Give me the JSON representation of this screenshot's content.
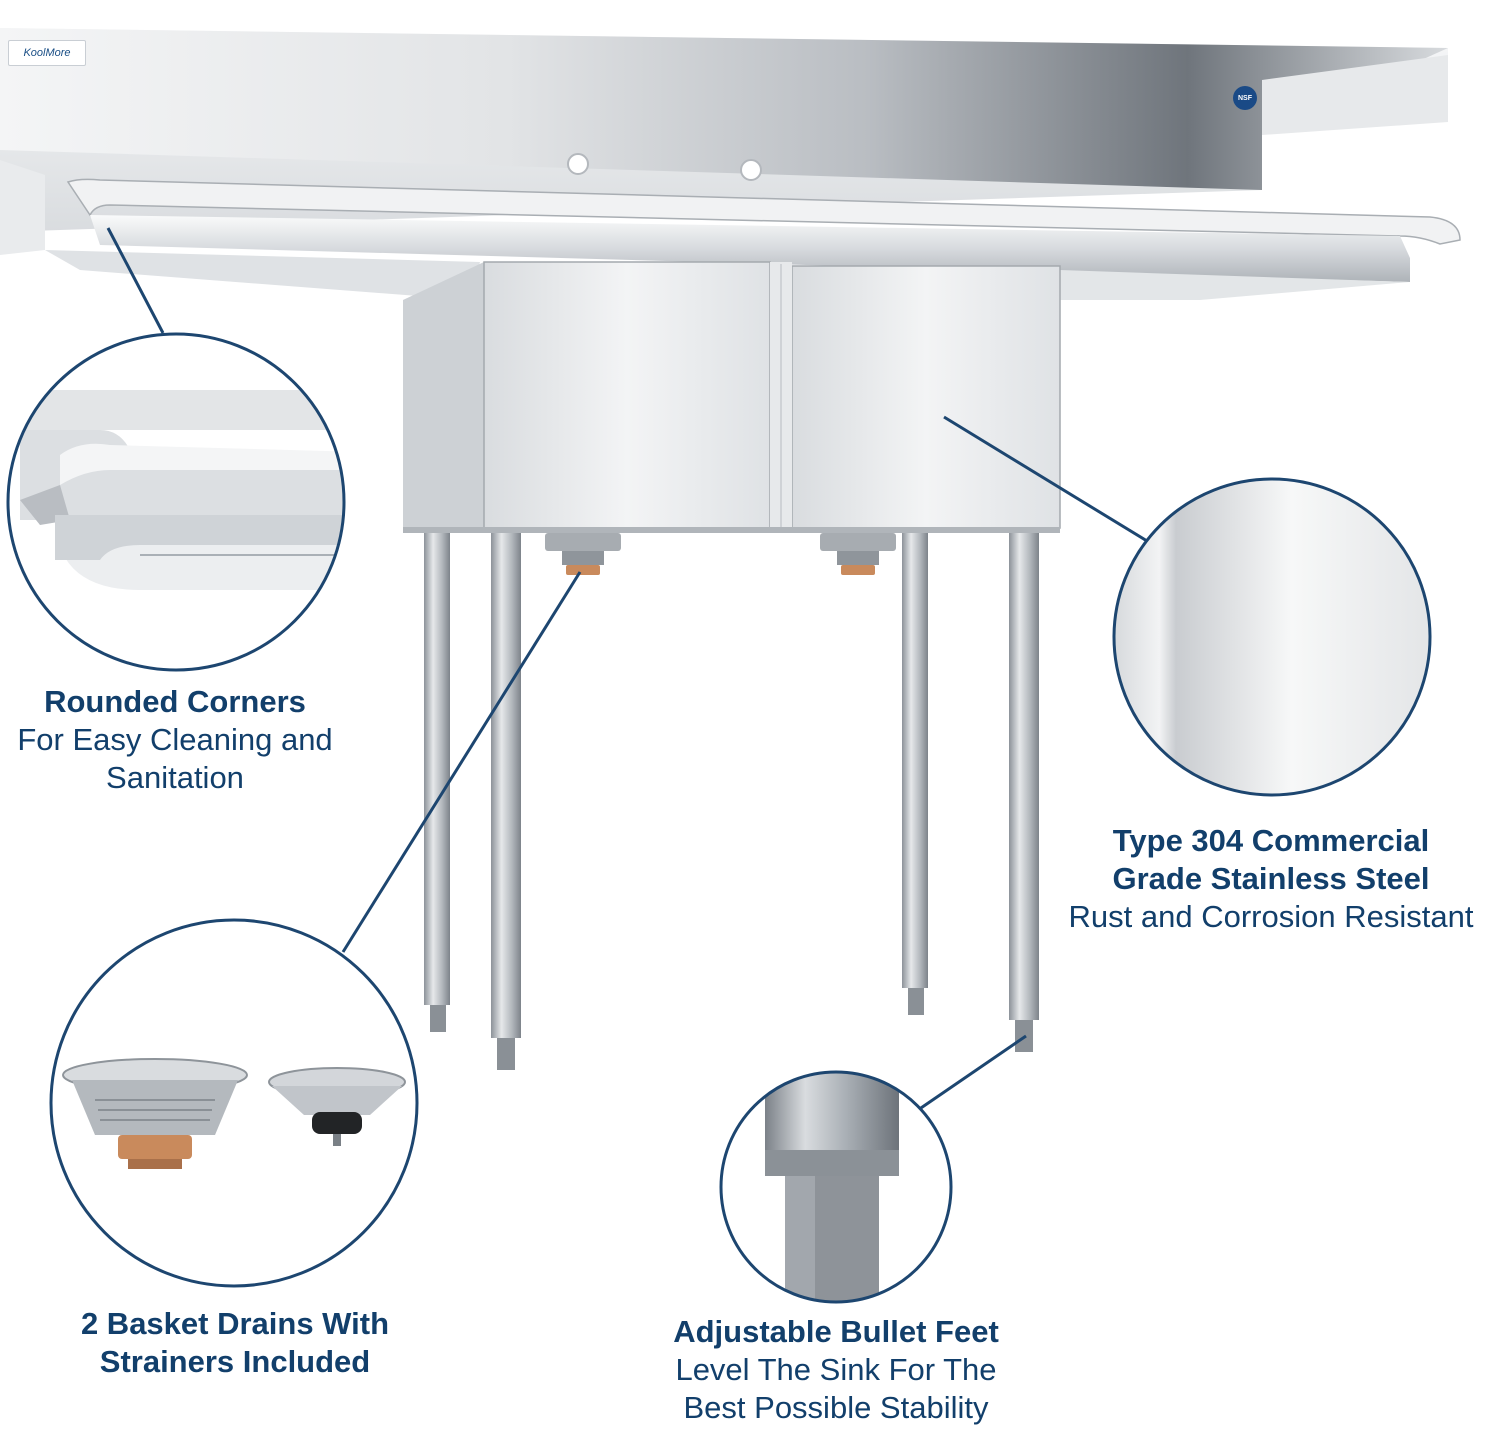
{
  "product": {
    "brand_label": "KoolMore",
    "cert_label": "NSF"
  },
  "colors": {
    "callout_ring": "#1d4670",
    "callout_text": "#123f6b",
    "steel_light": "#eef0f2",
    "steel_mid": "#c3c7cc",
    "steel_dark": "#8d939a"
  },
  "callouts": {
    "corners": {
      "title": "Rounded Corners",
      "line1": "For Easy Cleaning and",
      "line2": "Sanitation"
    },
    "steel": {
      "title_line1": "Type 304 Commercial",
      "title_line2": "Grade Stainless Steel",
      "subtitle": "Rust and Corrosion Resistant"
    },
    "drains": {
      "title_line1": "2 Basket Drains With",
      "title_line2": "Strainers Included"
    },
    "feet": {
      "title": "Adjustable Bullet Feet",
      "line1": "Level The Sink For The",
      "line2": "Best Possible Stability"
    }
  }
}
